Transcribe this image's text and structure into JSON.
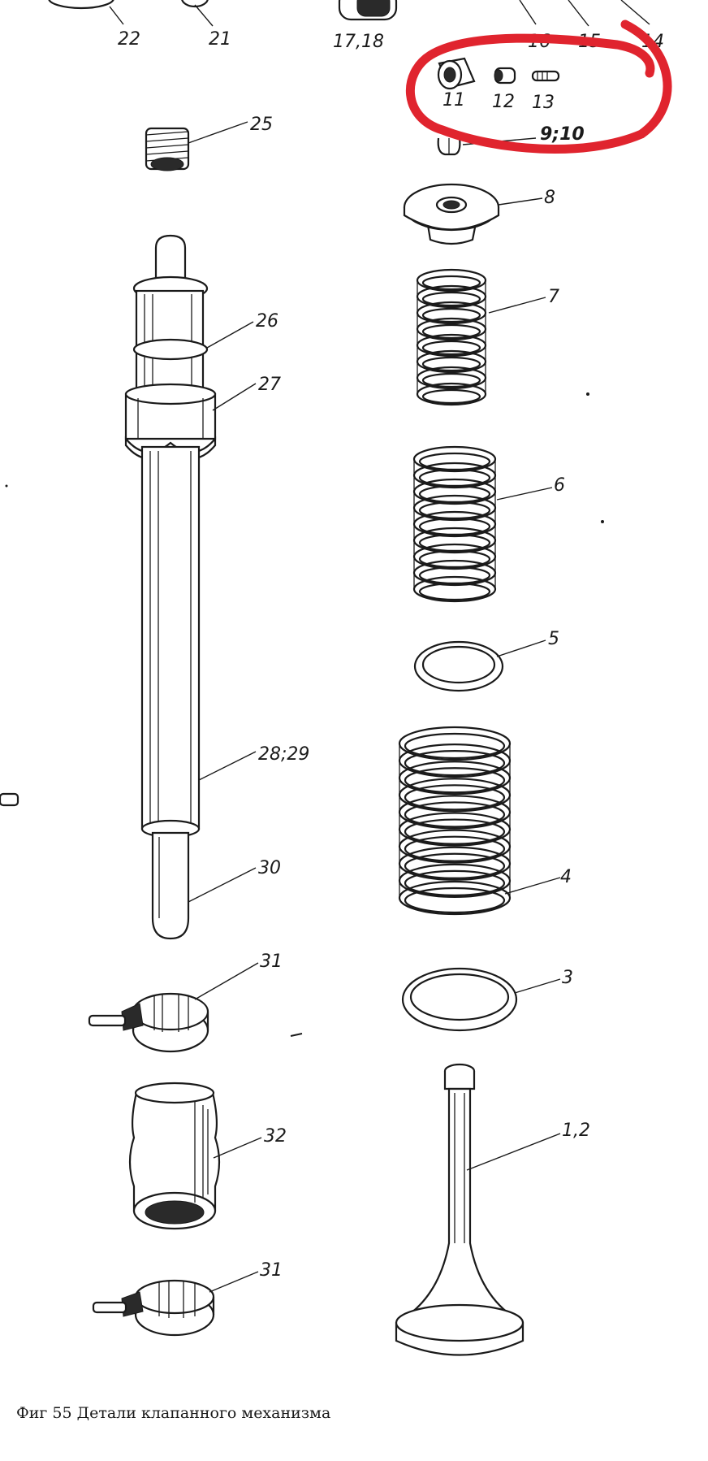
{
  "labels": {
    "p22": "22",
    "p21": "21",
    "p17_18": "17,18",
    "p16": "16",
    "p15": "15",
    "p14": "14",
    "p11": "11",
    "p12": "12",
    "p13": "13",
    "p9_10": "9;10",
    "p25": "25",
    "p8": "8",
    "p7": "7",
    "p26": "26",
    "p27": "27",
    "p6": "6",
    "p5": "5",
    "p28_29": "28;29",
    "p30": "30",
    "p4": "4",
    "p31a": "31",
    "p3": "3",
    "p32": "32",
    "p1_2": "1,2",
    "p31b": "31"
  },
  "caption": "Фиг 55 Детали клапанного механизма",
  "highlight_color": "#e0242e"
}
